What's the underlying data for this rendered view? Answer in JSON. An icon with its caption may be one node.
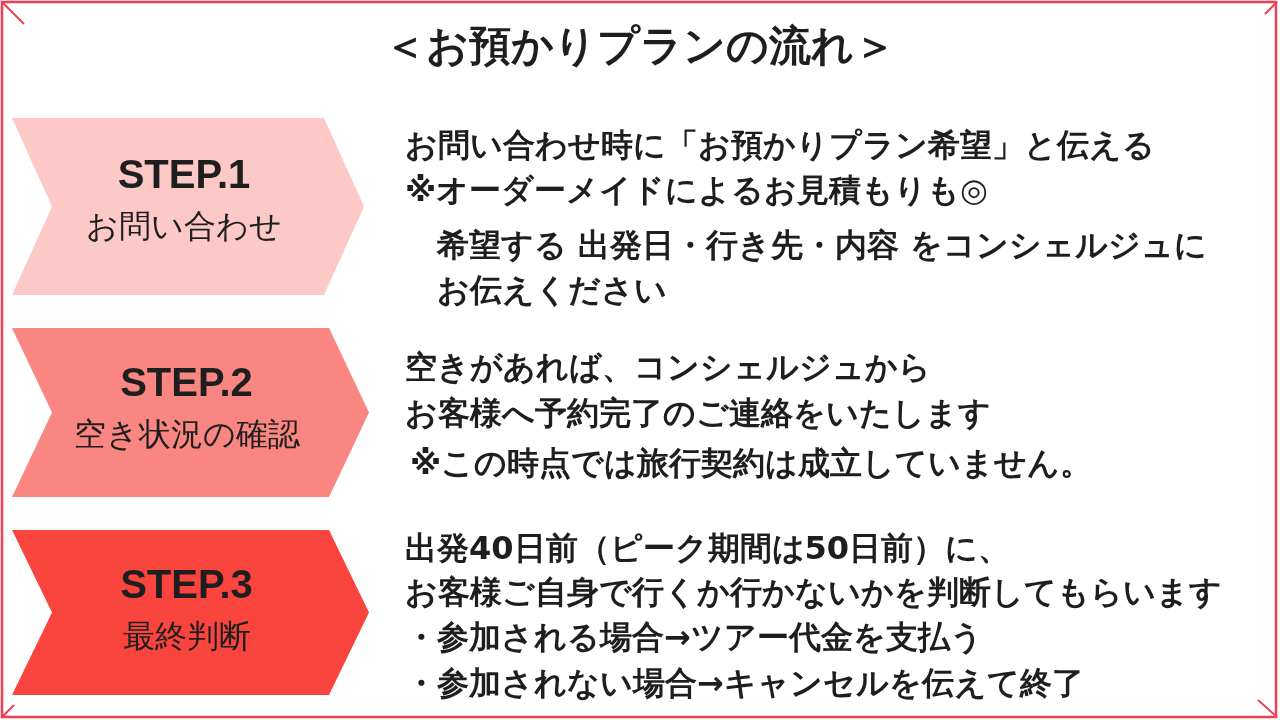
{
  "diagram": {
    "title": "＜お預かりプランの流れ＞",
    "nodes": [
      {
        "text": [
          "STEP.1",
          "お問い合わせ"
        ],
        "beside": [
          "お問い合わせ時に「お預かりプラン希望」と伝える",
          "※オーダーメイドによるお見積もりも◎",
          "希望する 出発日・行き先・内容 をコンシェルジュに",
          "お伝えください"
        ]
      },
      {
        "text": [
          "STEP.2",
          "空き状況の確認"
        ],
        "beside": [
          "空きがあれば、コンシェルジュから",
          "お客様へ予約完了のご連絡をいたします",
          "※この時点では旅行契約は成立していません。"
        ]
      },
      {
        "text": [
          "STEP.3",
          "最終判断"
        ],
        "beside": [
          "出発40日前（ピーク期間は50日前）に、",
          "お客様ご自身で行くか行かないかを判断してもらいます",
          "・参加される場合→ツアー代金を支払う",
          "・参加されない場合→キャンセルを伝えて終了"
        ]
      }
    ]
  }
}
